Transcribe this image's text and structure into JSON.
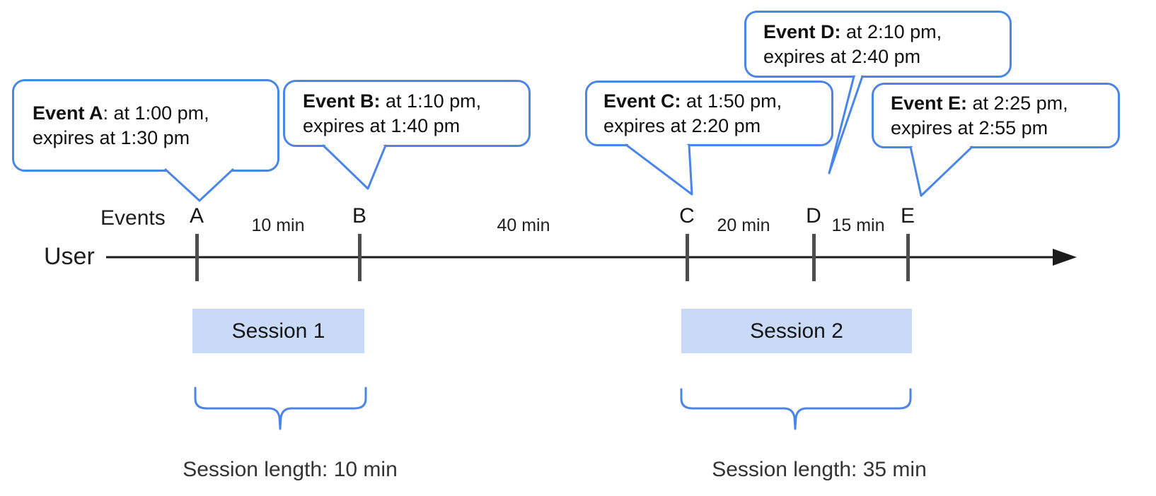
{
  "diagram": {
    "title_implicit": "",
    "axis": {
      "user_label": "User",
      "events_label": "Events"
    },
    "events": [
      {
        "letter": "A",
        "callout": {
          "bold": "Event A",
          "rest": ": at 1:00 pm,",
          "line2": "expires at 1:30 pm"
        }
      },
      {
        "letter": "B",
        "callout": {
          "bold": "Event B:",
          "rest": " at 1:10 pm,",
          "line2": "expires at 1:40 pm"
        }
      },
      {
        "letter": "C",
        "callout": {
          "bold": "Event C:",
          "rest": " at 1:50 pm,",
          "line2": "expires at 2:20 pm"
        }
      },
      {
        "letter": "D",
        "callout": {
          "bold": "Event D:",
          "rest": " at 2:10 pm,",
          "line2": "expires at 2:40 pm"
        }
      },
      {
        "letter": "E",
        "callout": {
          "bold": "Event E:",
          "rest": " at 2:25 pm,",
          "line2": "expires at 2:55 pm"
        }
      }
    ],
    "intervals": [
      {
        "between": "A-B",
        "label": "10 min"
      },
      {
        "between": "B-C",
        "label": "40 min"
      },
      {
        "between": "C-D",
        "label": "20 min"
      },
      {
        "between": "D-E",
        "label": "15 min"
      }
    ],
    "sessions": [
      {
        "label": "Session 1",
        "length_label": "Session length: 10 min"
      },
      {
        "label": "Session 2",
        "length_label": "Session length: 35 min"
      }
    ],
    "colors": {
      "accent_blue": "#4a86e8",
      "session_fill": "#c9daf8",
      "timeline_black": "#1c1c1c",
      "tick_gray": "#4d4d4d",
      "text_dark": "#1e1e1e"
    }
  }
}
